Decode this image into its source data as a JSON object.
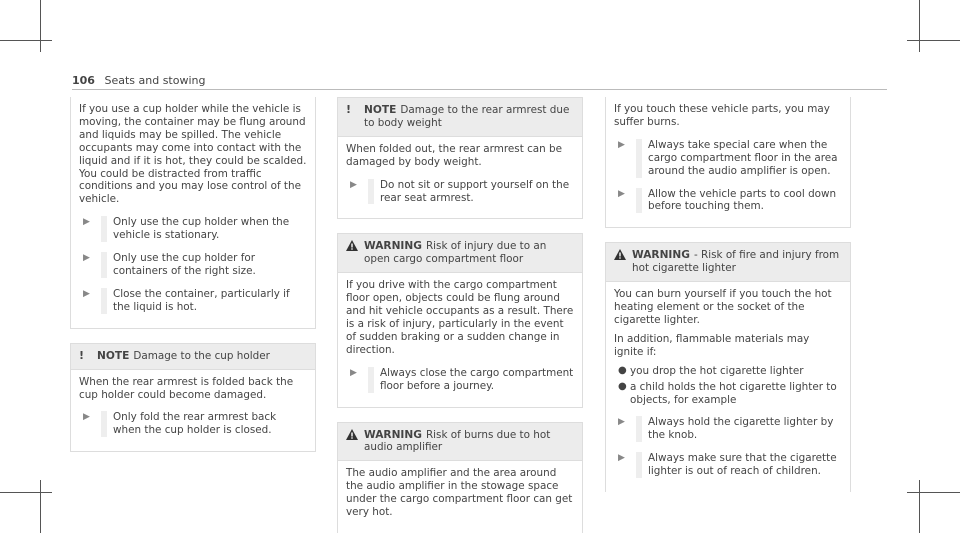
{
  "header": {
    "page_number": "106",
    "section": "Seats and stowing"
  },
  "col1": {
    "intro": "If you use a cup holder while the vehicle is moving, the container may be flung around and liquids may be spilled. The vehicle occupants may come into contact with the liquid and if it is hot, they could be scalded. You could be distracted from traffic conditions and you may lose control of the vehicle.",
    "steps": [
      "Only use the cup holder when the vehicle is stationary.",
      "Only use the cup holder for containers of the right size.",
      "Close the container, particularly if the liquid is hot."
    ],
    "note": {
      "label": "NOTE",
      "title": "Damage to the cup holder",
      "body": "When the rear armrest is folded back the cup holder could become damaged.",
      "steps": [
        "Only fold the rear armrest back when the cup holder is closed."
      ]
    }
  },
  "col2": {
    "note": {
      "label": "NOTE",
      "title": "Damage to the rear armrest due to body weight",
      "body": "When folded out, the rear armrest can be damaged by body weight.",
      "steps": [
        "Do not sit or support yourself on the rear seat armrest."
      ]
    },
    "warning1": {
      "label": "WARNING",
      "title": "Risk of injury due to an open cargo compartment floor",
      "body": "If you drive with the cargo compartment floor open, objects could be flung around and hit vehicle occupants as a result. There is a risk of injury, particularly in the event of sudden braking or a sudden change in direction.",
      "steps": [
        "Always close the cargo compartment floor before a journey."
      ]
    },
    "warning2": {
      "label": "WARNING",
      "title": "Risk of burns due to hot audio amplifier",
      "body": "The audio amplifier and the area around the audio amplifier in the stowage space under the cargo compartment floor can get very hot."
    }
  },
  "col3": {
    "intro": "If you touch these vehicle parts, you may suffer burns.",
    "steps": [
      "Always take special care when the cargo compartment floor in the area around the audio amplifier is open.",
      "Allow the vehicle parts to cool down before touching them."
    ],
    "warning": {
      "label": "WARNING",
      "title": "- Risk of fire and injury from hot cigarette lighter",
      "body1": "You can burn yourself if you touch the hot heating element or the socket of the cigarette lighter.",
      "body2": "In addition, flammable materials may ignite if:",
      "bullets": [
        "you drop the hot cigarette lighter",
        "a child holds the hot cigarette lighter to objects, for example"
      ],
      "steps": [
        "Always hold the cigarette lighter by the knob.",
        "Always make sure that the cigarette lighter is out of reach of children."
      ]
    }
  }
}
